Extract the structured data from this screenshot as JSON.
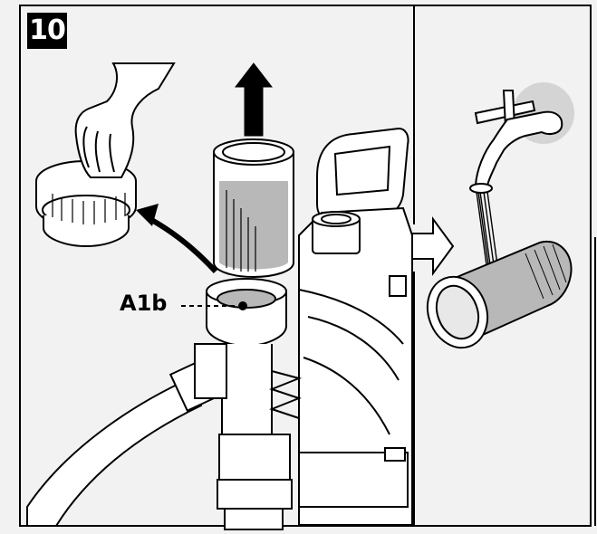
{
  "step": {
    "number": "10"
  },
  "callouts": [
    {
      "label": "A1b",
      "target": "filter-housing-opening"
    }
  ],
  "panels": {
    "left": {
      "subject": "pump-filter-removal"
    },
    "right": {
      "subject": "rinse-filter-under-tap"
    }
  },
  "icons": {
    "up_arrow": "arrow-up-icon",
    "curved_arrow": "curved-arrow-icon",
    "transition_arrow": "arrow-right-icon",
    "hand": "hand-icon",
    "tap": "water-tap-icon"
  },
  "colors": {
    "background": "#f2f2f2",
    "line": "#000000",
    "fill_light": "#ffffff",
    "fill_gray": "#b8b8b8",
    "badge": "#000000"
  }
}
